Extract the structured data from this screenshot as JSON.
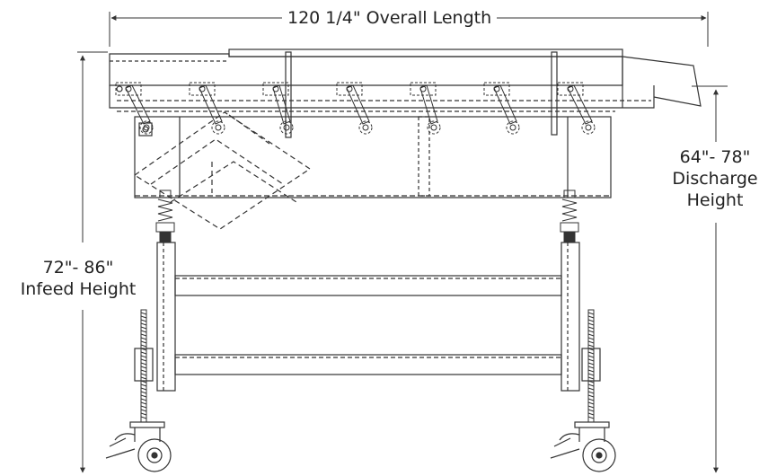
{
  "dimensions": {
    "overall_length": "120 1/4\" Overall Length",
    "infeed_height": {
      "line1": "72\"- 86\"",
      "line2": "Infeed Height"
    },
    "discharge_height": {
      "line1": "64\"- 78\"",
      "line2": "Discharge",
      "line3": "Height"
    }
  },
  "colors": {
    "line": "#333333",
    "text": "#222222"
  },
  "drawing": {
    "roller_count": 7,
    "caster_count": 2,
    "leveling_screw_count": 2
  }
}
